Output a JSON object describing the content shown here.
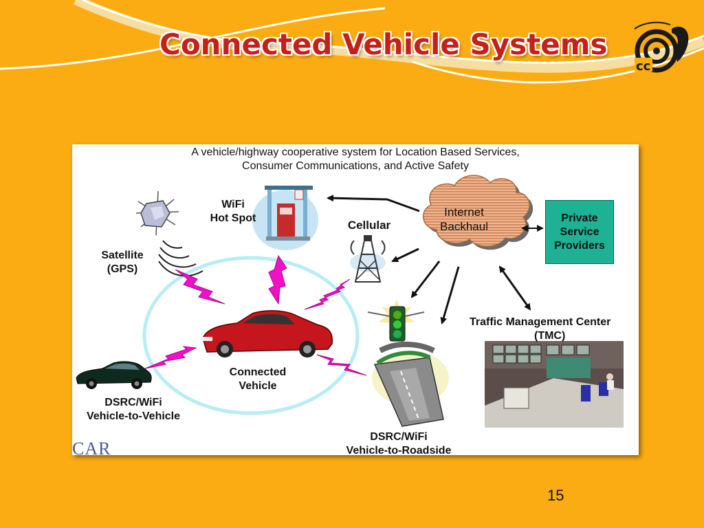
{
  "slide": {
    "title": "Connected Vehicle Systems",
    "page_number": "15",
    "colors": {
      "background": "#FBAC12",
      "title": "#C4211B",
      "box": "#1EB193",
      "lightning": "#F010C8"
    }
  },
  "diagram": {
    "heading_line1": "A vehicle/highway cooperative system for Location Based Services,",
    "heading_line2": "Consumer Communications, and Active Safety",
    "internet": {
      "line1": "Internet",
      "line2": "Backhaul"
    },
    "private": {
      "line1": "Private",
      "line2": "Service",
      "line3": "Providers"
    },
    "satellite": {
      "line1": "Satellite",
      "line2": "(GPS)"
    },
    "wifi": {
      "line1": "WiFi",
      "line2": "Hot Spot"
    },
    "cellular": "Cellular",
    "tmc": {
      "line1": "Traffic Management Center",
      "line2": "(TMC)"
    },
    "connected": {
      "line1": "Connected",
      "line2": "Vehicle"
    },
    "v2v": {
      "line1": "DSRC/WiFi",
      "line2": "Vehicle-to-Vehicle"
    },
    "v2r": {
      "line1": "DSRC/WiFi",
      "line2": "Vehicle-to-Roadside"
    },
    "footer_logo": "CAR"
  }
}
